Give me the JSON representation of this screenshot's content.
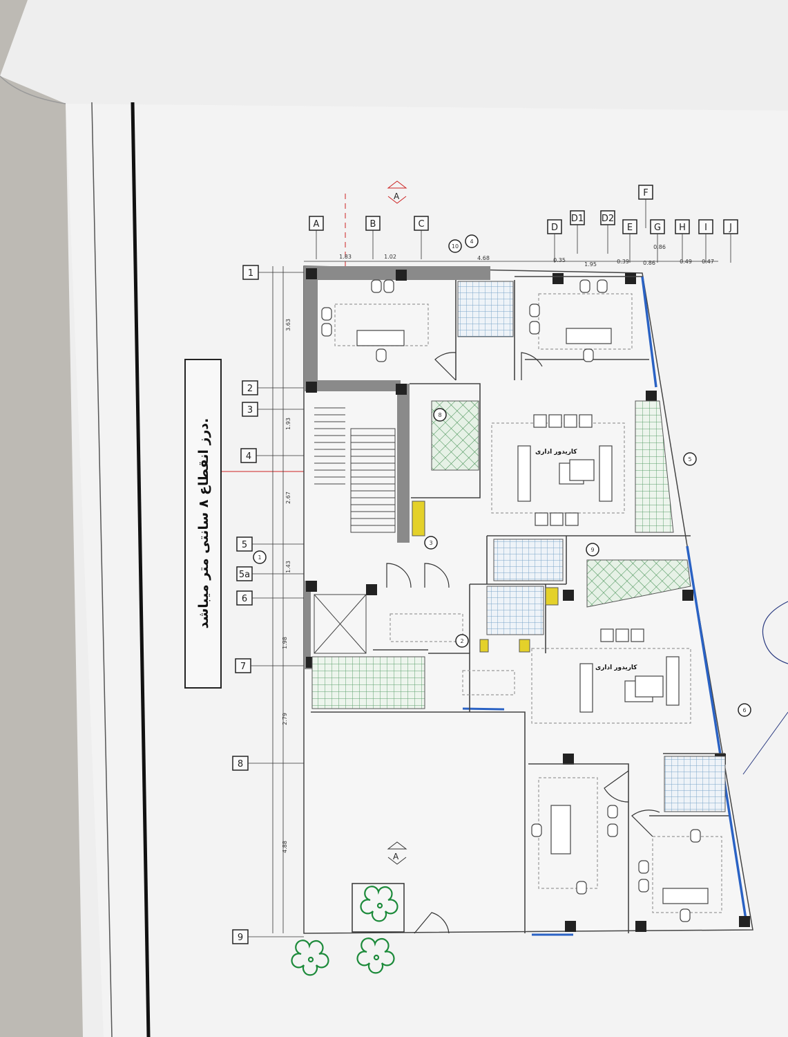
{
  "columns": [
    "A",
    "B",
    "C",
    "D",
    "D1",
    "D2",
    "E",
    "F",
    "G",
    "H",
    "I",
    "J"
  ],
  "rows": [
    "1",
    "2",
    "3",
    "4",
    "5",
    "5a",
    "6",
    "7",
    "8",
    "9"
  ],
  "top_dimensions": [
    "1.83",
    "1.02",
    "4.68",
    "0.35",
    "1.95",
    "0.39",
    "0.86",
    "0.86",
    "0.49",
    "0.47"
  ],
  "left_dimensions": [
    "3.63",
    "1.93",
    "2.67",
    "2.79",
    "4.88",
    "1.98",
    "1.43"
  ],
  "section_marker": "A",
  "rooms": {
    "office_corridor_upper": "کاریدور اداری",
    "office_corridor_lower": "کاریدور اداری"
  },
  "callouts": [
    "10",
    "4",
    "5",
    "1",
    "2",
    "3",
    "6",
    "8",
    "9"
  ],
  "note_text": "درز انقطاع ۸ سانتی متر میباشد.",
  "colors": {
    "wall": "#777777",
    "wall_dark": "#333333",
    "tile_green": "#3a8a4a",
    "tile_blue": "#7aa4c8",
    "window_blue": "#2a62c4",
    "yellow": "#e4d12a",
    "tree_green": "#1c8a3a",
    "section_red": "#cc2222"
  }
}
